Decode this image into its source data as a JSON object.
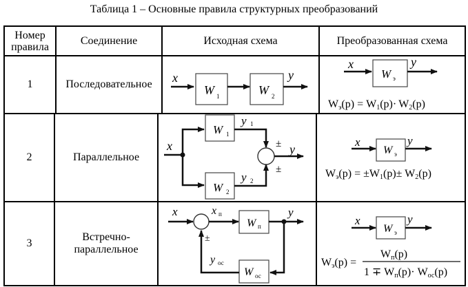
{
  "caption": "Таблица 1 – Основные правила структурных преобразований",
  "headers": [
    "Номер\nправила",
    "Соединение",
    "Исходная схема",
    "Преобразованная схема"
  ],
  "rows": [
    {
      "number": "1",
      "connection": "Последовательное",
      "orig": {
        "x": "x",
        "y": "y",
        "w1": "W",
        "w1s": "1",
        "w2": "W",
        "w2s": "2"
      },
      "conv": {
        "x": "x",
        "y": "y",
        "w": "W",
        "ws": "э",
        "formula": {
          "lhs": "W",
          "lhs_sub": "э",
          "lhs_arg": "(p) =",
          "t1": "W",
          "t1s": "1",
          "t1a": "(p)·",
          "t2": "W",
          "t2s": "2",
          "t2a": "(p)"
        }
      }
    },
    {
      "number": "2",
      "connection": "Параллельное",
      "orig": {
        "x": "x",
        "y": "y",
        "y1": "y",
        "y1s": "1",
        "y2": "y",
        "y2s": "2",
        "w1": "W",
        "w1s": "1",
        "w2": "W",
        "w2s": "2",
        "pm_top": "±",
        "pm_bot": "±"
      },
      "conv": {
        "x": "x",
        "y": "y",
        "w": "W",
        "ws": "э",
        "formula": {
          "lhs": "W",
          "lhs_sub": "э",
          "lhs_arg": "(p) = ±",
          "t1": "W",
          "t1s": "1",
          "t1a": "(p)± ",
          "t2": "W",
          "t2s": "2",
          "t2a": "(p)"
        }
      }
    },
    {
      "number": "3",
      "connection": "Встречно-\nпараллельное",
      "orig": {
        "x": "x",
        "y": "y",
        "xp": "x",
        "xps": "п",
        "wp": "W",
        "wps": "п",
        "woc": "W",
        "wocs": "ос",
        "yoc": "y",
        "yocs": "ос",
        "pm": "±"
      },
      "conv": {
        "x": "x",
        "y": "y",
        "w": "W",
        "ws": "э",
        "formula": {
          "lhs": "W",
          "lhs_sub": "э",
          "lhs_arg": "(p) =",
          "num": "W",
          "num_sub": "п",
          "num_arg": "(p)",
          "den_pre": "1 ∓ W",
          "den_s1": "п",
          "den_mid": "(p)· W",
          "den_s2": "ос",
          "den_arg": "(p)"
        }
      }
    }
  ]
}
